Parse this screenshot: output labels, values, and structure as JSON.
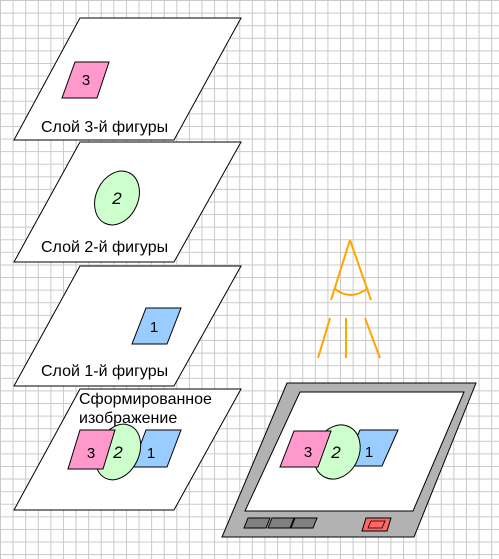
{
  "layers": [
    {
      "label": "Слой 3-й фигуры",
      "shape_number": "3"
    },
    {
      "label": "Слой 2-й фигуры",
      "shape_number": "2"
    },
    {
      "label": "Слой 1-й фигуры",
      "shape_number": "1"
    }
  ],
  "composite": {
    "label_line1": "Сформированное",
    "label_line2": "изображение",
    "numbers": [
      "3",
      "2",
      "1"
    ]
  },
  "display": {
    "numbers": [
      "3",
      "2",
      "1"
    ]
  },
  "colors": {
    "pink": "#ff99cc",
    "green": "#ccffcc",
    "blue": "#99ccff",
    "light_orange": "#ffa500",
    "device_gray": "#b2b2b2",
    "button_red": "#ff6666"
  }
}
